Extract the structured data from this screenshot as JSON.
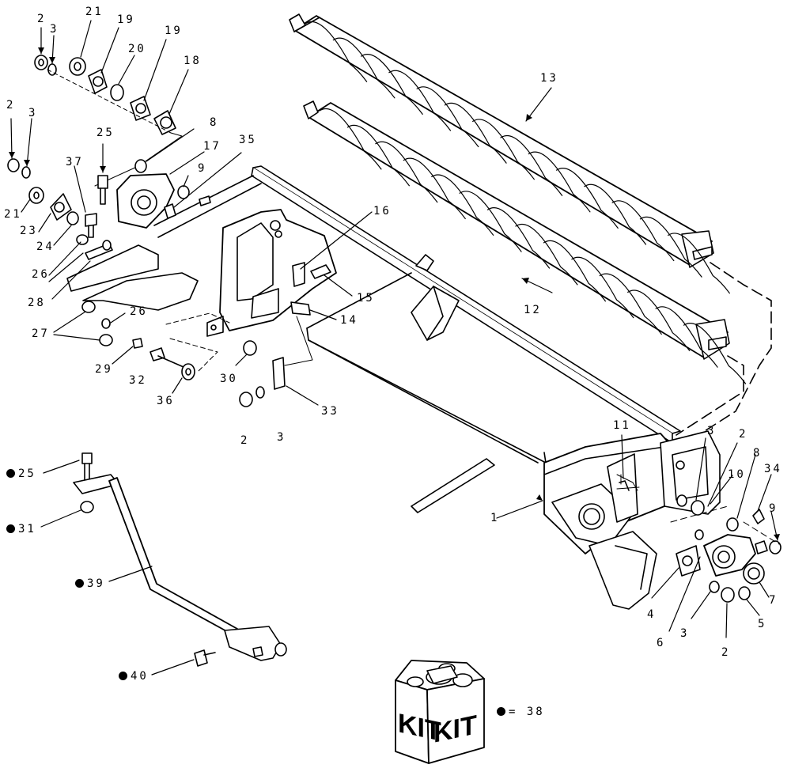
{
  "callouts": {
    "c1": "1",
    "c2a": "2",
    "c2b": "2",
    "c2c": "2",
    "c2d": "2",
    "c2e": "2",
    "c3a": "3",
    "c3b": "3",
    "c3c": "3",
    "c3d": "3",
    "c3e": "3",
    "c4": "4",
    "c5": "5",
    "c6": "6",
    "c7": "7",
    "c8a": "8",
    "c8b": "8",
    "c9a": "9",
    "c9b": "9",
    "c10": "10",
    "c11": "11",
    "c12": "12",
    "c13": "13",
    "c14": "14",
    "c15": "15",
    "c16": "16",
    "c17": "17",
    "c18": "18",
    "c19a": "19",
    "c19b": "19",
    "c20": "20",
    "c21a": "21",
    "c21b": "21",
    "c23": "23",
    "c24": "24",
    "c25a": "25",
    "c25b": "25",
    "c26a": "26",
    "c26b": "26",
    "c27": "27",
    "c28": "28",
    "c29": "29",
    "c30": "30",
    "c31": "31",
    "c32": "32",
    "c33": "33",
    "c34": "34",
    "c35": "35",
    "c36": "36",
    "c37": "37",
    "c39": "39",
    "c40": "40"
  },
  "kit": {
    "word_left": "KIT",
    "word_right": "KIT"
  },
  "legend": {
    "text": "= 38"
  }
}
